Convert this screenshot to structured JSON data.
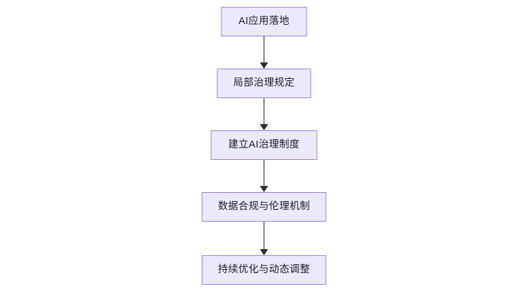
{
  "diagram": {
    "type": "flowchart",
    "orientation": "top-to-bottom",
    "background_color": "#ffffff",
    "node_fill_color": "#ece9fa",
    "node_border_color": "#9a7fd6",
    "node_text_color": "#1c1c22",
    "connector_color": "#86868e",
    "arrowhead_color": "#2d2d33",
    "nodes": [
      {
        "id": "node-1",
        "label": "AI应用落地"
      },
      {
        "id": "node-2",
        "label": "局部治理规定"
      },
      {
        "id": "node-3",
        "label": "建立AI治理制度"
      },
      {
        "id": "node-4",
        "label": "数据合规与伦理机制"
      },
      {
        "id": "node-5",
        "label": "持续优化与动态调整"
      }
    ],
    "edges": [
      {
        "id": "edge-1",
        "from": "node-1",
        "to": "node-2",
        "label": ""
      },
      {
        "id": "edge-2",
        "from": "node-2",
        "to": "node-3",
        "label": ""
      },
      {
        "id": "edge-3",
        "from": "node-3",
        "to": "node-4",
        "label": ""
      },
      {
        "id": "edge-4",
        "from": "node-4",
        "to": "node-5",
        "label": ""
      }
    ]
  }
}
